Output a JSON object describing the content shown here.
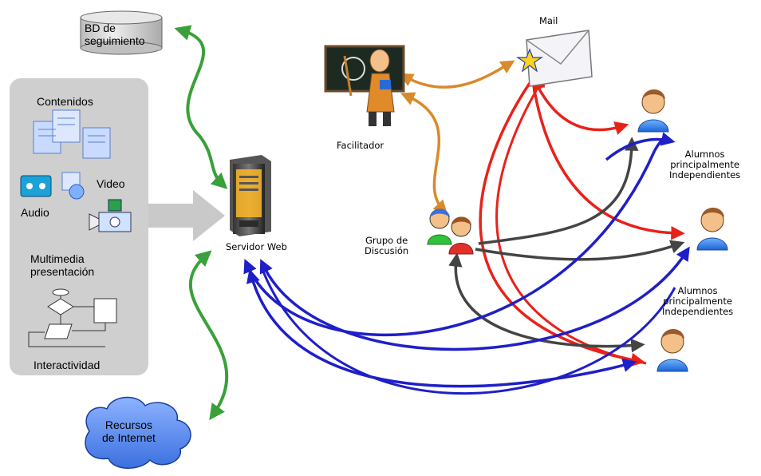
{
  "db": {
    "line1": "BD de",
    "line2": "seguimiento"
  },
  "panel": {
    "contenidos": "Contenidos",
    "audio": "Audio",
    "video": "Video",
    "multimedia_line1": "Multimedia",
    "multimedia_line2": "presentación",
    "interactividad": "Interactividad"
  },
  "server": {
    "label": "Servidor Web"
  },
  "facilitator": {
    "label": "Facilitador"
  },
  "mail": {
    "label": "Mail"
  },
  "group": {
    "line1": "Grupo de",
    "line2": "Discusión"
  },
  "students_top": {
    "line1": "Alumnos",
    "line2": "principalmente",
    "line3": "Independientes"
  },
  "students_mid": {
    "line1": "Alumnos",
    "line2": "principalmente",
    "line3": "Independientes"
  },
  "cloud": {
    "line1": "Recursos",
    "line2": "de Internet"
  },
  "colors": {
    "green": "#3aa03a",
    "orange": "#d98a2b",
    "red": "#e8221b",
    "blue": "#1f1fc8",
    "dark": "#444444",
    "cloud": "#5b8ff0",
    "panel": "#cfcfcf"
  }
}
